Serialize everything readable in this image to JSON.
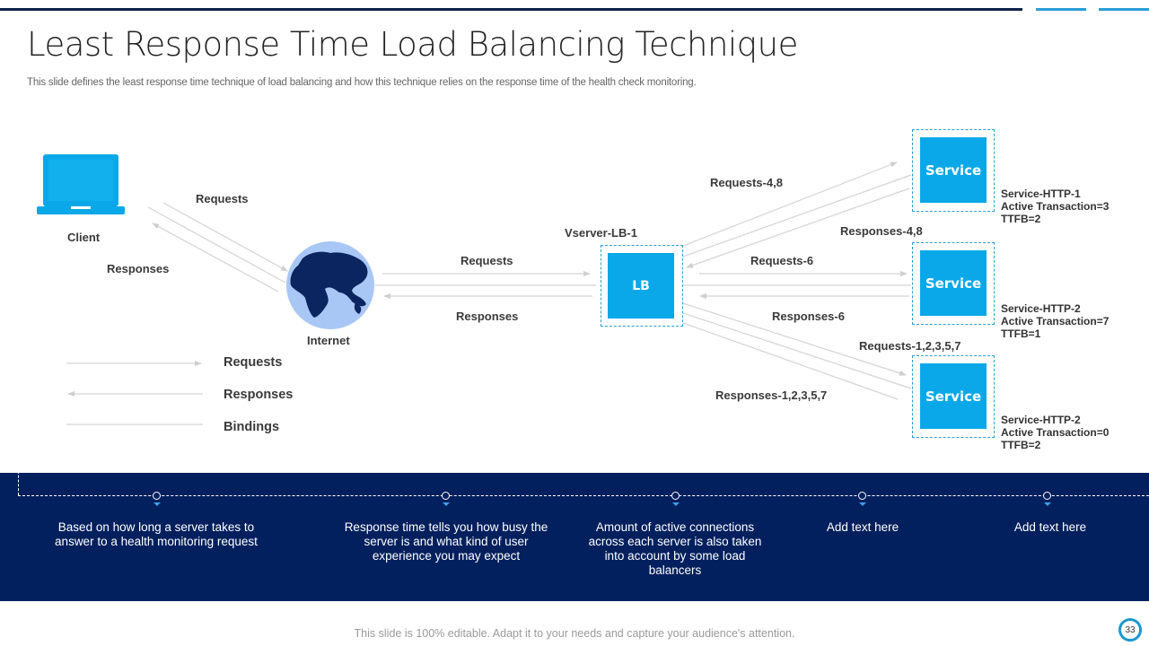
{
  "slide": {
    "title": "Least Response Time Load Balancing Technique",
    "subtitle": "This slide defines the least response time technique of load balancing and how this technique relies on the response time of the health check monitoring.",
    "page_number": "33",
    "footer": "This slide is 100% editable. Adapt it to your needs and capture your audience's attention."
  },
  "colors": {
    "accent": "#0aa8e8",
    "dark_navy": "#03205e",
    "globe_land": "#0b2560",
    "globe_sea": "#a9c7f5",
    "arrow_gray": "#d2d2d2"
  },
  "diagram": {
    "client": {
      "label": "Client",
      "icon": "laptop-icon"
    },
    "internet": {
      "label": "Internet",
      "icon": "globe-icon"
    },
    "client_internet": {
      "requests": "Requests",
      "responses": "Responses"
    },
    "internet_lb": {
      "requests": "Requests",
      "responses": "Responses"
    },
    "lb": {
      "name": "Vserver-LB-1",
      "label": "LB"
    },
    "lb_service_links": [
      {
        "requests": "Requests-4,8",
        "responses": "Responses-4,8"
      },
      {
        "requests": "Requests-6",
        "responses": "Responses-6"
      },
      {
        "requests": "Requests-1,2,3,5,7",
        "responses": "Responses-1,2,3,5,7"
      }
    ],
    "services": [
      {
        "label": "Service",
        "name": "Service-HTTP-1",
        "active": "Active Transaction=3",
        "ttfb": "TTFB=2"
      },
      {
        "label": "Service",
        "name": "Service-HTTP-2",
        "active": "Active Transaction=7",
        "ttfb": "TTFB=1"
      },
      {
        "label": "Service",
        "name": "Service-HTTP-2",
        "active": "Active Transaction=0",
        "ttfb": "TTFB=2"
      }
    ],
    "legend": [
      {
        "type": "request-arrow",
        "label": "Requests"
      },
      {
        "type": "response-arrow",
        "label": "Responses"
      },
      {
        "type": "binding-line",
        "label": "Bindings"
      }
    ]
  },
  "timeline": [
    {
      "text": "Based on how long a server takes to answer to a health monitoring request"
    },
    {
      "text": "Response time tells you how busy the server  is and what kind of user experience you may expect"
    },
    {
      "text": "Amount of active connections across each server  is also taken into account by some load balancers"
    },
    {
      "text": "Add text here"
    },
    {
      "text": "Add text here"
    }
  ]
}
